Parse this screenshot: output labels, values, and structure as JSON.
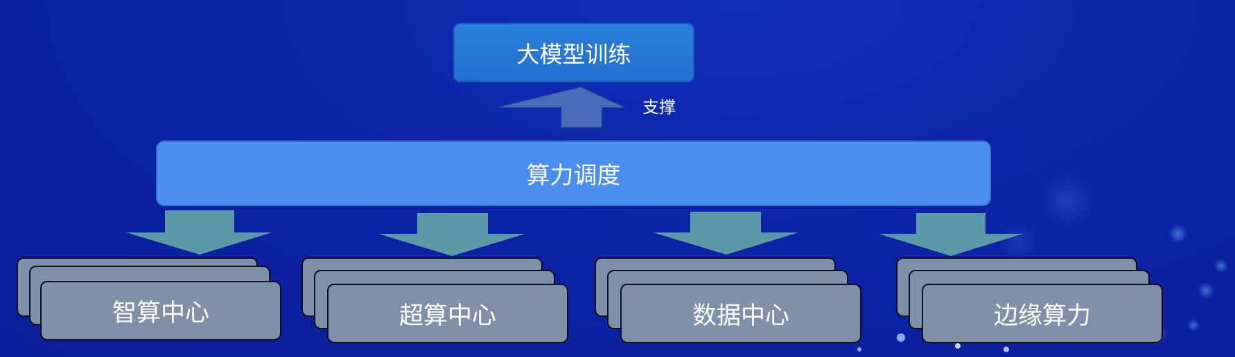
{
  "nodes": {
    "top": "大模型训练",
    "scheduler": "算力调度",
    "support_label": "支撑",
    "centers": [
      "智算中心",
      "超算中心",
      "数据中心",
      "边缘算力"
    ]
  },
  "colors": {
    "background": "#0c23a8",
    "top_box": "#2a7fdc",
    "scheduler_box": "#4a8ef0",
    "up_arrow": "#4a6cb8",
    "down_arrow": "#5a9aa8",
    "center_card": "#8090a8"
  }
}
